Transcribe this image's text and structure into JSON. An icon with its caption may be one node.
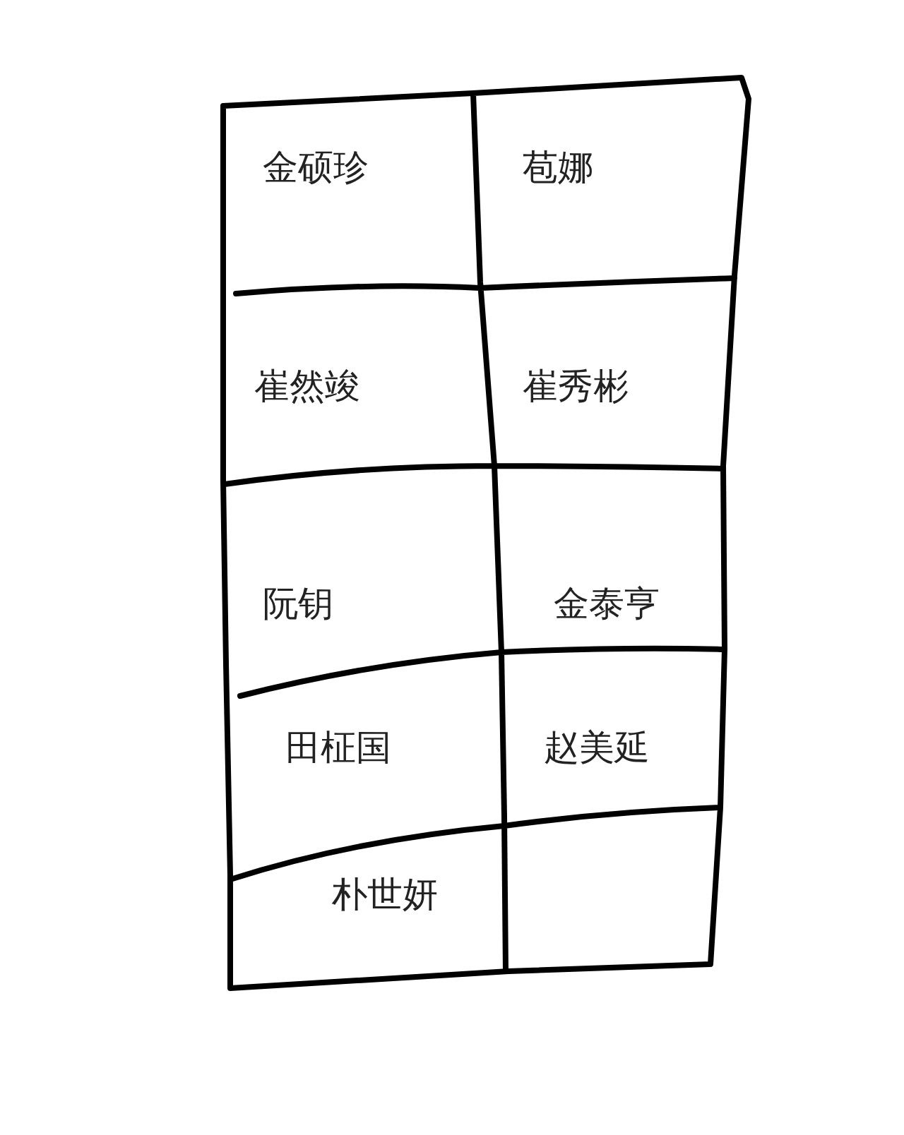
{
  "diagram": {
    "labels": [
      "金硕珍",
      "苞娜",
      "崔然竣",
      "崔秀彬",
      "阮钥",
      "金泰亨",
      "田柾国",
      "赵美延",
      "朴世妍"
    ]
  }
}
